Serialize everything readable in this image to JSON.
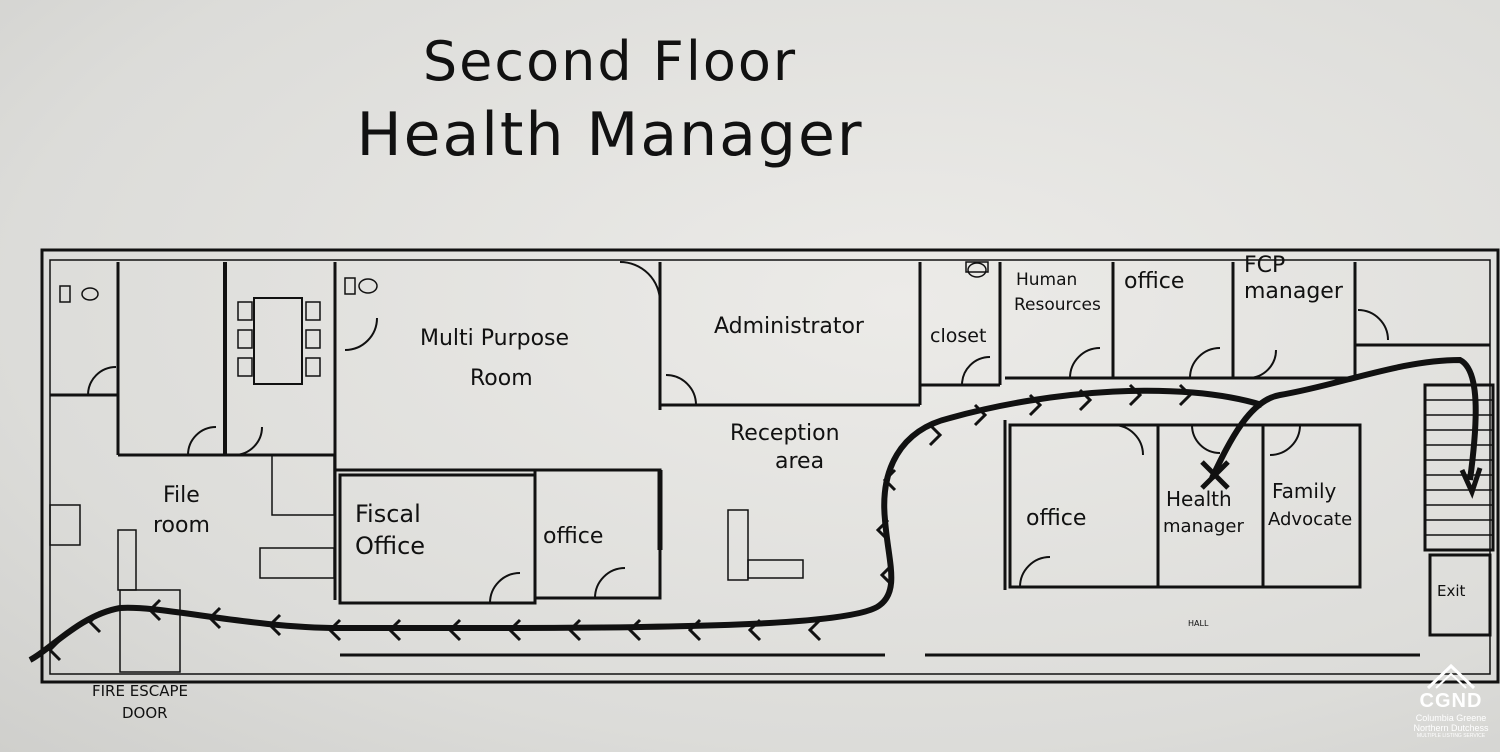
{
  "title": {
    "line1": "Second Floor",
    "line2": "Health Manager"
  },
  "rooms": {
    "multi_purpose_line1": "Multi Purpose",
    "multi_purpose_line2": "Room",
    "administrator": "Administrator",
    "closet": "closet",
    "human_resources_line1": "Human",
    "human_resources_line2": "Resources",
    "office_top": "office",
    "fcp_manager_line1": "FCP",
    "fcp_manager_line2": "manager",
    "reception_line1": "Reception",
    "reception_line2": "area",
    "file_room_line1": "File",
    "file_room_line2": "room",
    "fiscal_office_line1": "Fiscal",
    "fiscal_office_line2": "Office",
    "office_middle": "office",
    "office_right": "office",
    "health_manager_line1": "Health",
    "health_manager_line2": "manager",
    "family_advocate_line1": "Family",
    "family_advocate_line2": "Advocate",
    "hall": "HALL",
    "exit": "Exit",
    "fire_escape_line1": "FIRE ESCAPE",
    "fire_escape_line2": "DOOR"
  },
  "logo": {
    "brand": "CGND",
    "line1": "Columbia Greene",
    "line2": "Northern Dutchess",
    "tag": "MULTIPLE LISTING SERVICE"
  },
  "colors": {
    "ink": "#111111",
    "paper": "#e6e6e4",
    "logo": "#ffffff"
  }
}
